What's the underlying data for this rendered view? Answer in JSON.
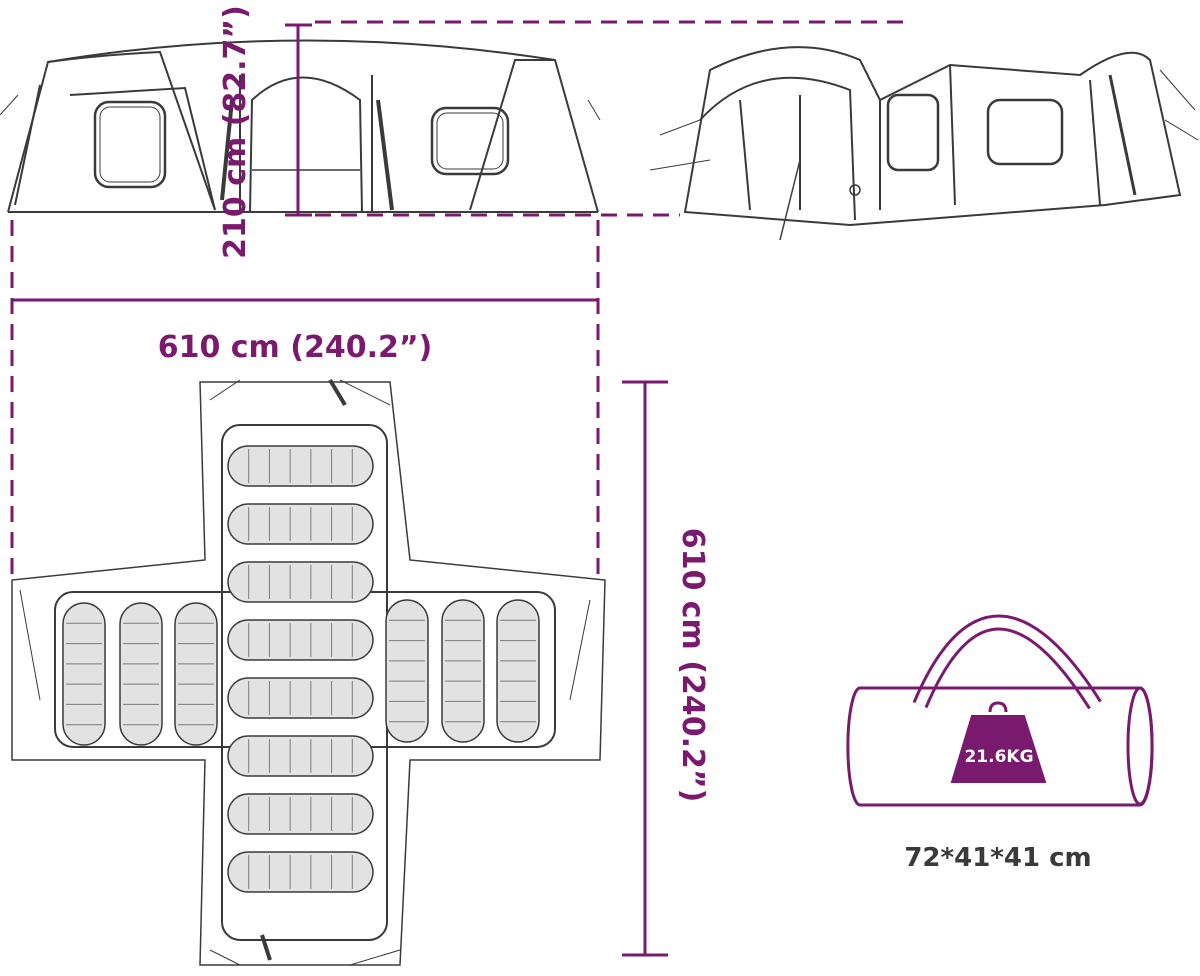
{
  "colors": {
    "accent": "#7a1a6e",
    "line": "#3a3a3a",
    "sleeping_bag": "#e2e2e2"
  },
  "dimensions": {
    "height_label": "210 cm (82.7”)",
    "width_label": "610 cm (240.2”)",
    "depth_label": "610 cm (240.2”)"
  },
  "bag": {
    "weight_label": "21.6KG",
    "size_label": "72*41*41 cm"
  },
  "icons": [
    "tent-front-view",
    "tent-perspective-view",
    "tent-floor-plan",
    "sleeping-bag",
    "carry-bag",
    "weight-icon"
  ],
  "sleeping_bag_count": 14
}
